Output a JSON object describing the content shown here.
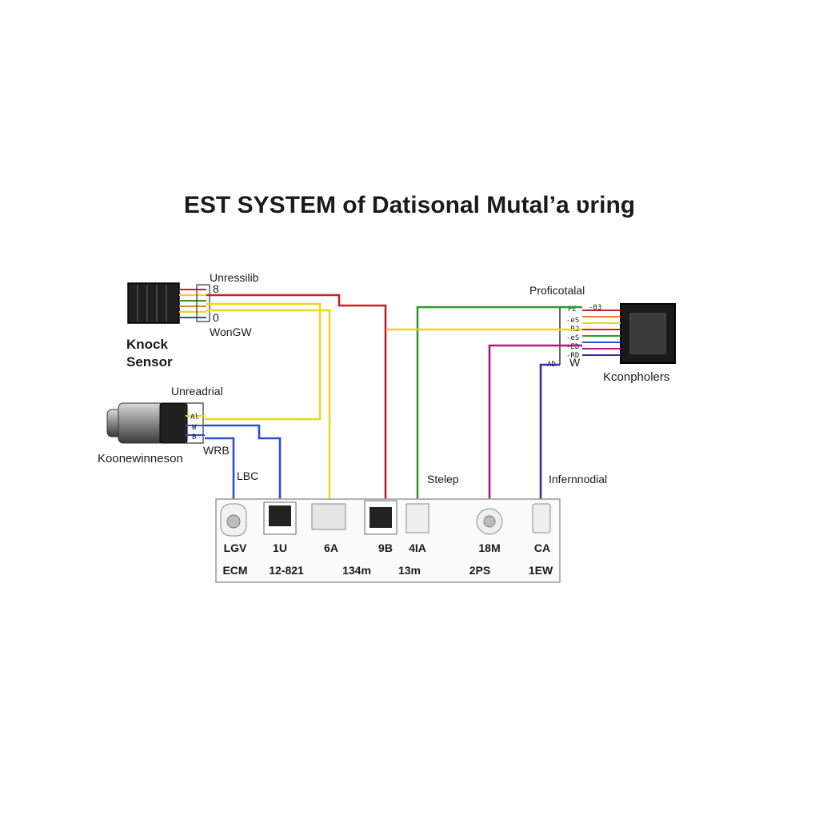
{
  "title": "EST  SYSTEM  of  Datisonal  Mutal’a ʋring",
  "colors": {
    "red": "#c8202a",
    "yellow": "#ecd51c",
    "green": "#2e9a2a",
    "blue": "#2b4fd0",
    "magenta": "#b41880",
    "purple": "#3a2aa8",
    "orange": "#e2842a",
    "panel_border": "#9a9a9a"
  },
  "knock_sensor": {
    "name_line1": "Knock",
    "name_line2": "Sensor",
    "top_label": "Unressilib",
    "top_pin": "8",
    "bottom_pin": "0",
    "bottom_label": "WonGW"
  },
  "second_sensor": {
    "name": "Koonewinneson",
    "top_label": "Unreadrial",
    "pin1": "Al",
    "pin2": "W",
    "pin3": "B",
    "wire_label": "WRB"
  },
  "right_module": {
    "name": "Kconpholers",
    "top_label": "Proficotalal",
    "pin_top": "PE",
    "pin_mid1": "AD",
    "pin_bottom": "W",
    "pin_codes": [
      "-03",
      "-eS",
      "-R2",
      "-eS",
      "-ED",
      "-RD"
    ]
  },
  "wire_labels": {
    "lbc": "LBC",
    "stelep": "Stelep",
    "infernnodial": "Infernnodial"
  },
  "ecm_panel": {
    "row1": [
      "LGV",
      "1U",
      "6A",
      "9B",
      "4IA",
      "18M",
      "CA"
    ],
    "row2": [
      "ECM",
      "12-821",
      "134m",
      "13m",
      "2PS",
      "1EW"
    ]
  }
}
